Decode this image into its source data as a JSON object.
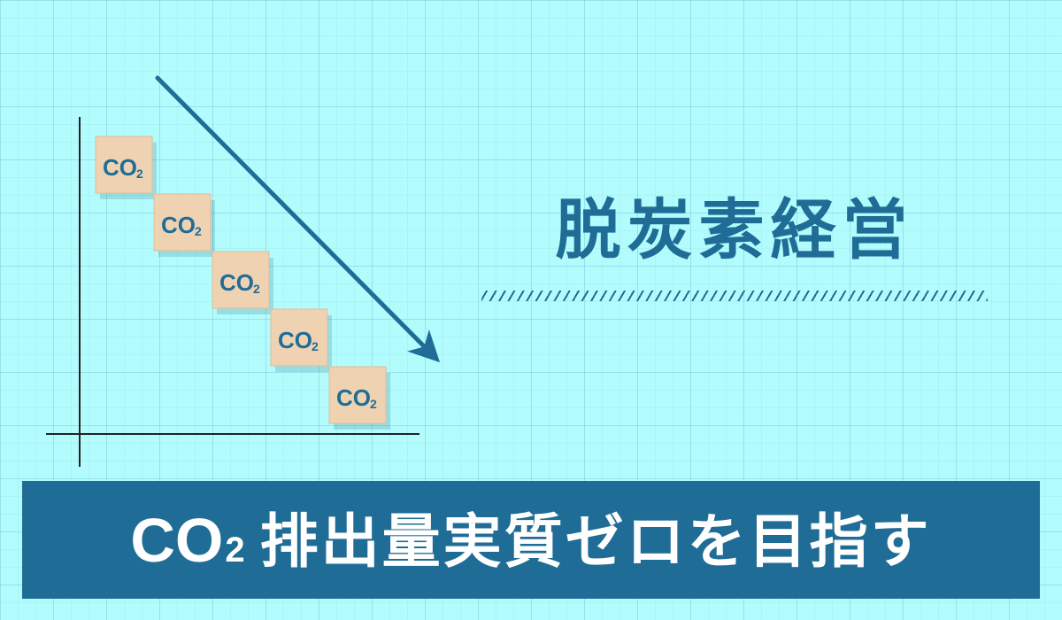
{
  "heading": {
    "title": "脱炭素経営"
  },
  "banner": {
    "prefix": "CO",
    "subscript": "2",
    "text": "排出量実質ゼロを目指す"
  },
  "blocks": [
    {
      "label": "CO",
      "sub": "2"
    },
    {
      "label": "CO",
      "sub": "2"
    },
    {
      "label": "CO",
      "sub": "2"
    },
    {
      "label": "CO",
      "sub": "2"
    },
    {
      "label": "CO",
      "sub": "2"
    }
  ],
  "colors": {
    "primary": "#1f6d96",
    "background": "#b3fcfd",
    "block_face": "#efd2b1",
    "axis": "#222222"
  }
}
